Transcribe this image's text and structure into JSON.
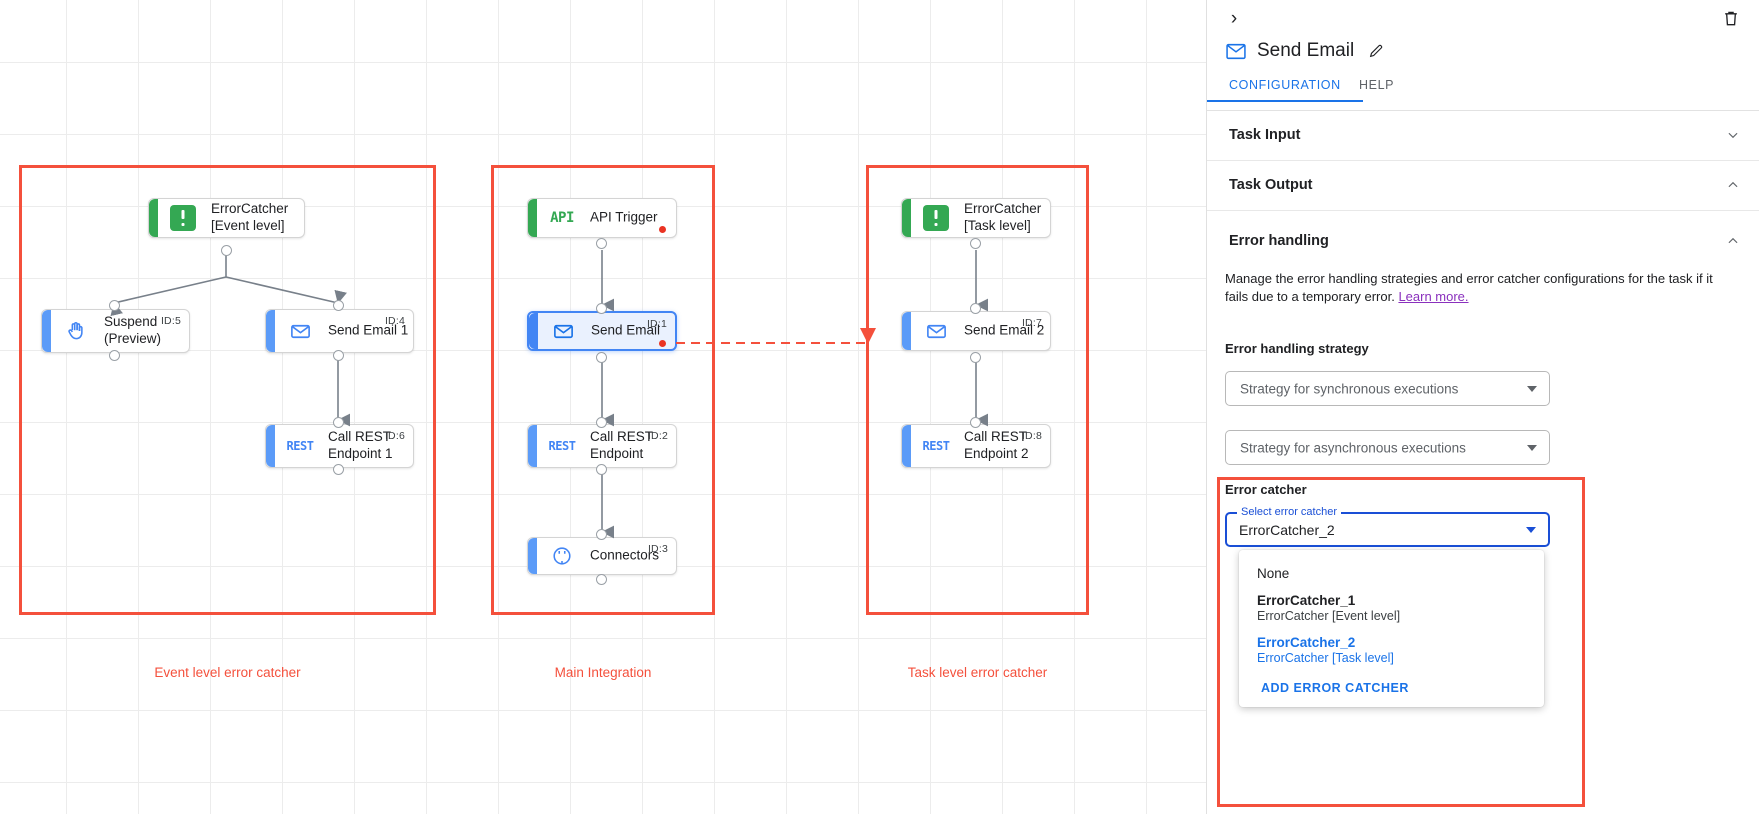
{
  "canvas": {
    "groups": [
      {
        "label": "Event level error catcher"
      },
      {
        "label": "Main Integration"
      },
      {
        "label": "Task level error catcher"
      }
    ],
    "nodes": {
      "error_catcher_event": {
        "label": "ErrorCatcher\n[Event level]",
        "icon": "error-catcher-icon",
        "id": ""
      },
      "suspend": {
        "label": "Suspend\n(Preview)",
        "icon": "hand-icon",
        "id": "ID:5"
      },
      "send_email_1": {
        "label": "Send Email 1",
        "icon": "mail-icon",
        "id": "ID:4"
      },
      "call_rest_1": {
        "label": "Call REST\nEndpoint 1",
        "icon": "rest-icon",
        "id": "ID:6"
      },
      "api_trigger": {
        "label": "API Trigger",
        "icon": "api-icon",
        "id": ""
      },
      "send_email": {
        "label": "Send Email",
        "icon": "mail-icon",
        "id": "ID:1"
      },
      "call_rest": {
        "label": "Call REST\nEndpoint",
        "icon": "rest-icon",
        "id": "ID:2"
      },
      "connectors": {
        "label": "Connectors",
        "icon": "connectors-icon",
        "id": "ID:3"
      },
      "error_catcher_task": {
        "label": "ErrorCatcher\n[Task level]",
        "icon": "error-catcher-icon",
        "id": ""
      },
      "send_email_2": {
        "label": "Send Email 2",
        "icon": "mail-icon",
        "id": "ID:7"
      },
      "call_rest_2": {
        "label": "Call REST\nEndpoint 2",
        "icon": "rest-icon",
        "id": "ID:8"
      }
    }
  },
  "panel": {
    "title": "Send Email",
    "tabs": [
      {
        "label": "CONFIGURATION",
        "active": true
      },
      {
        "label": "HELP",
        "active": false
      }
    ],
    "sections": {
      "task_input": "Task Input",
      "task_output": "Task Output",
      "error_handling": "Error handling"
    },
    "error_handling": {
      "description": "Manage the error handling strategies and error catcher configurations for the task if it fails due to a temporary error.",
      "learn_more": "Learn more.",
      "strategy_label": "Error handling strategy",
      "sync_placeholder": "Strategy for synchronous executions",
      "async_placeholder": "Strategy for asynchronous executions",
      "error_catcher_label": "Error catcher",
      "select_legend": "Select error catcher",
      "selected_value": "ErrorCatcher_2",
      "menu": {
        "none": "None",
        "options": [
          {
            "name": "ErrorCatcher_1",
            "sub": "ErrorCatcher [Event level]",
            "selected": false
          },
          {
            "name": "ErrorCatcher_2",
            "sub": "ErrorCatcher [Task level]",
            "selected": true
          }
        ],
        "add_label": "ADD ERROR CATCHER"
      }
    }
  },
  "colors": {
    "accent_blue": "#1a73e8",
    "highlight_red": "#f4503c",
    "green": "#34a853",
    "error_dot": "#ea3323"
  }
}
